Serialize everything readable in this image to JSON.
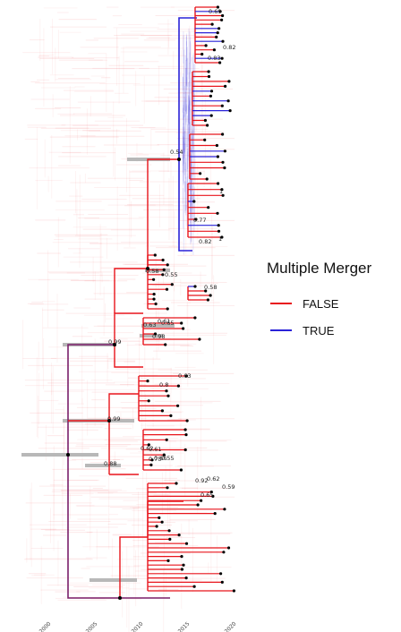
{
  "figure": {
    "legend": {
      "title": "Multiple Merger",
      "items": [
        {
          "label": "FALSE",
          "color": "#e8141b"
        },
        {
          "label": "TRUE",
          "color": "#2a22d8"
        }
      ]
    },
    "axis": {
      "ticks": [
        "2000",
        "2005",
        "2010",
        "2015",
        "2020"
      ]
    },
    "support_labels": [
      "0.69",
      "0.82",
      "0.83",
      "0.54",
      "1",
      "0.77",
      "0.82",
      "1",
      "0.58",
      "0.55",
      "0.58",
      "0.61",
      "0.63",
      "0.65",
      "0.98",
      "0.99",
      "0.8",
      "0.63",
      "0.61",
      "0.99",
      "0.88",
      "0.62",
      "0.75",
      "0.66",
      "0.55",
      "0.92",
      "0.62",
      "0.59",
      "0.65"
    ],
    "colors": {
      "false_branch": "#e8141b",
      "true_branch": "#2a22d8",
      "root_branch": "#7a1f6a",
      "hpd_bar": "#b8b8b8",
      "tip_point": "#000000"
    }
  }
}
